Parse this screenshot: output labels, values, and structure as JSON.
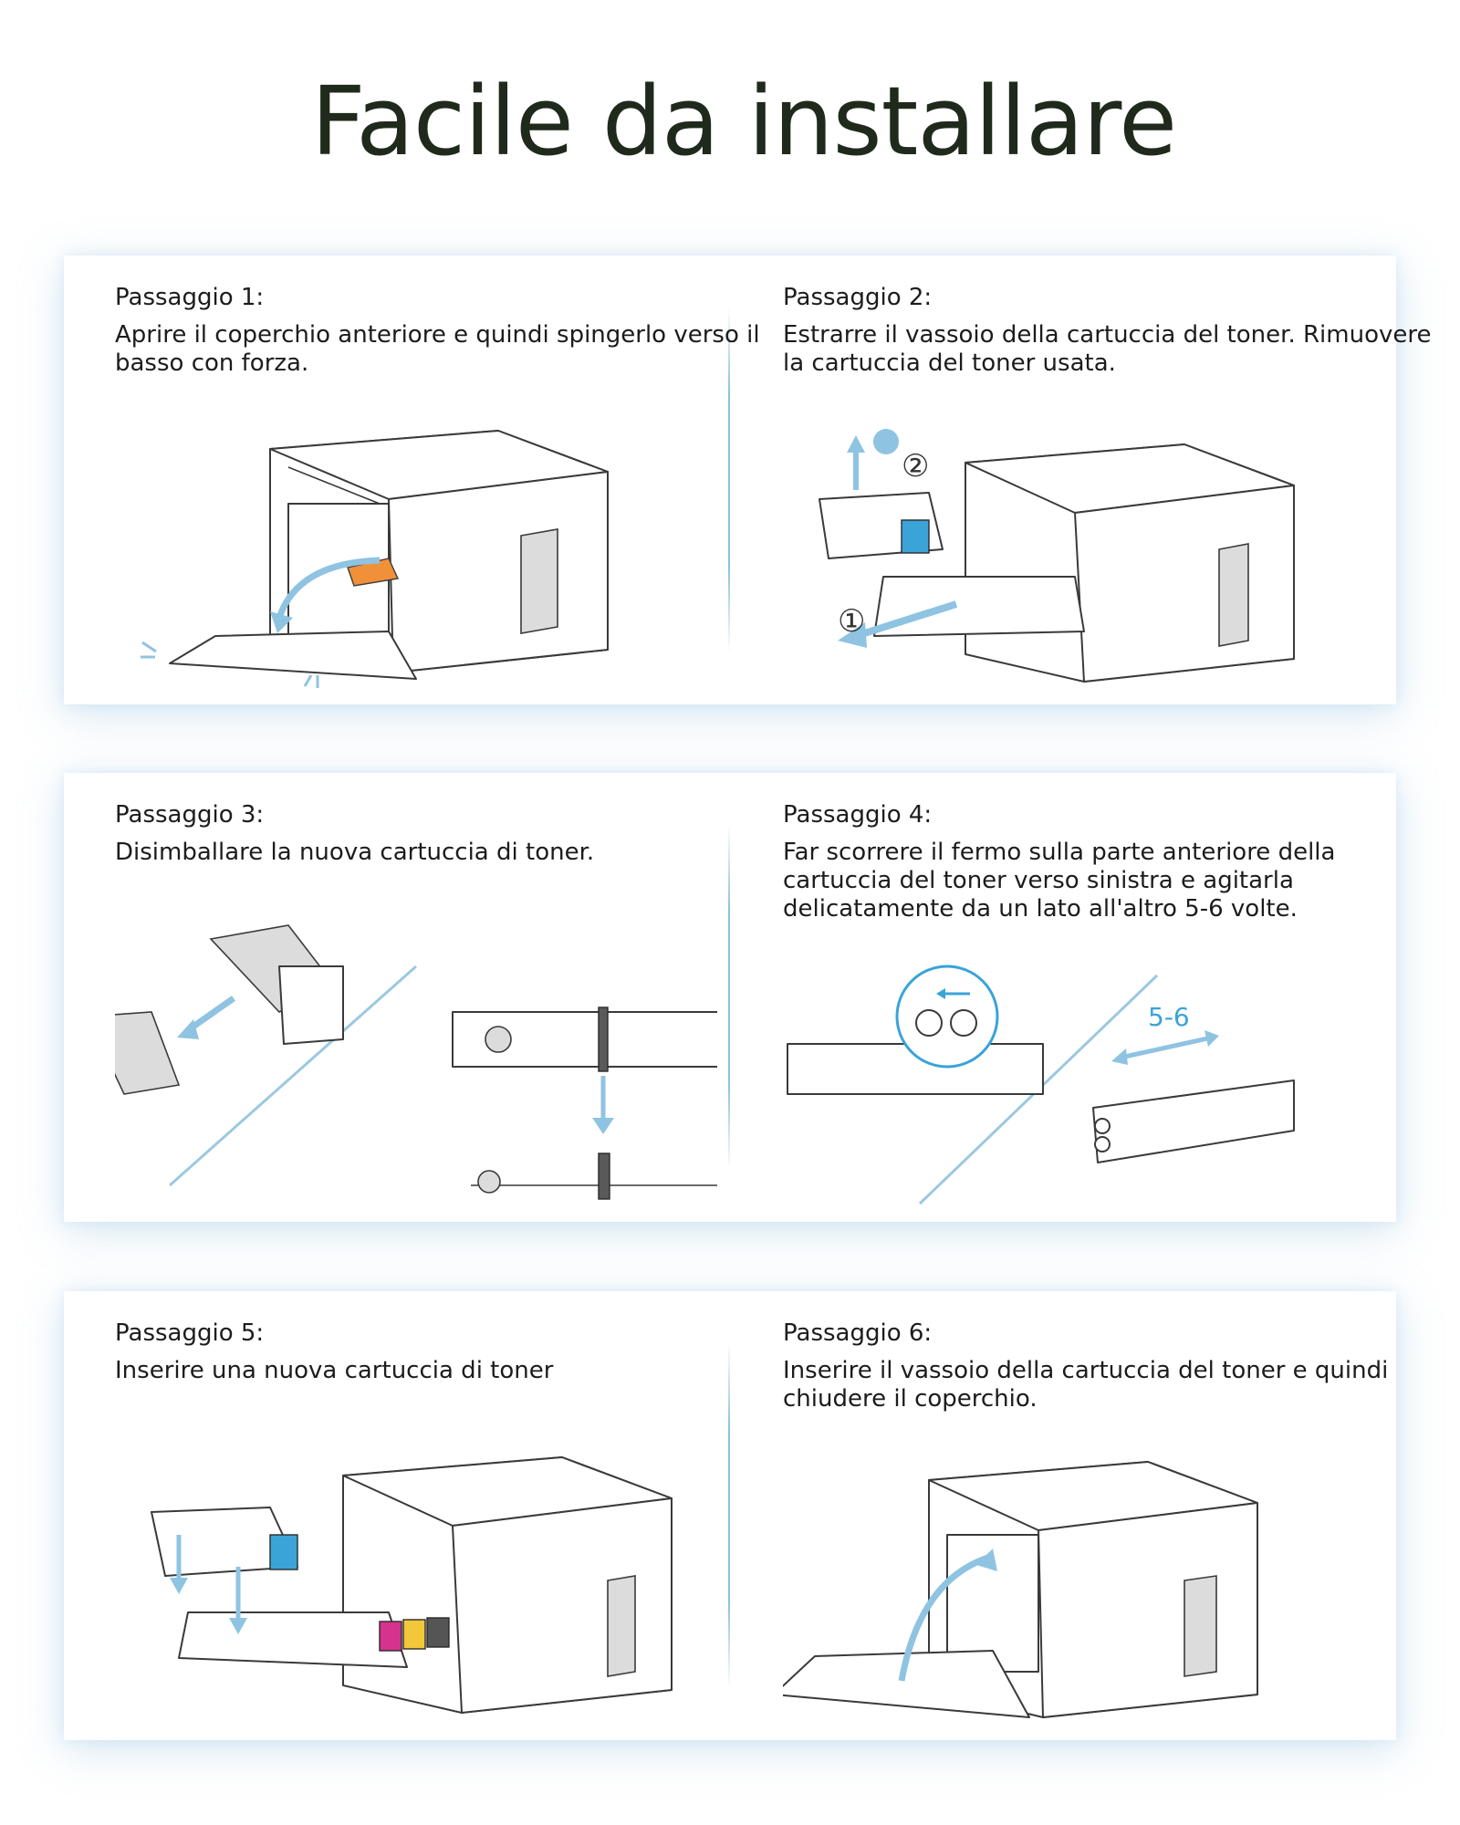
{
  "title": "Facile da installare",
  "steps": [
    {
      "label": "Passaggio 1:",
      "text": "Aprire il coperchio anteriore e quindi spingerlo verso il basso con forza."
    },
    {
      "label": "Passaggio 2:",
      "text": "Estrarre il vassoio della cartuccia del toner. Rimuovere la cartuccia del toner usata."
    },
    {
      "label": "Passaggio 3:",
      "text": "Disimballare la nuova cartuccia di toner."
    },
    {
      "label": "Passaggio 4:",
      "text": "Far scorrere il fermo sulla parte anteriore della cartuccia del toner verso sinistra e agitarla delicatamente da un lato all'altro 5-6 volte."
    },
    {
      "label": "Passaggio 5:",
      "text": "Inserire una nuova cartuccia di toner"
    },
    {
      "label": "Passaggio 6:",
      "text": "Inserire il vassoio della cartuccia del toner e quindi chiudere il coperchio."
    }
  ],
  "callouts": {
    "step2_marker_1": "①",
    "step2_marker_2": "②",
    "step4_count": "5-6"
  },
  "colors": {
    "title": "#1f2a1c",
    "arrow": "#8fc3e2",
    "toner_orange": "#f0913a",
    "toner_cyan": "#3aa3d8",
    "toner_magenta": "#d6338f",
    "toner_yellow": "#f2c83a",
    "toner_black": "#333333"
  }
}
